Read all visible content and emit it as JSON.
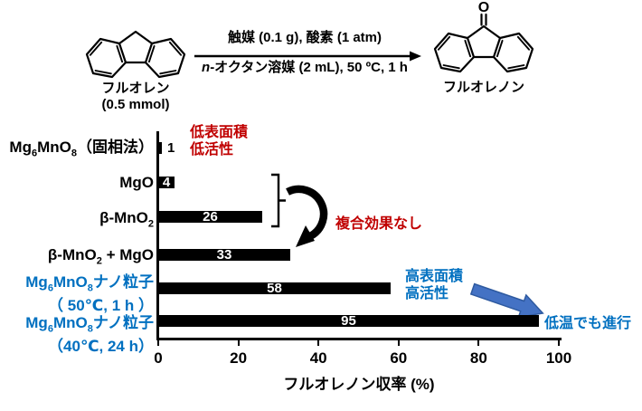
{
  "scheme": {
    "reactant_name": "フルオレン",
    "reactant_amount": "(0.5 mmol)",
    "conditions_line1": "触媒 (0.1 g), 酸素 (1 atm)",
    "conditions_line2_italic": "n",
    "conditions_line2_rest": "-オクタン溶媒 (2 mL), 50 ºC, 1 h",
    "product_name": "フルオレノン",
    "carbonyl_atom": "O"
  },
  "chart_data": {
    "type": "bar",
    "orientation": "horizontal",
    "xlabel": "フルオレノン収率 (%)",
    "xlim": [
      0,
      100
    ],
    "xticks": [
      0,
      20,
      40,
      60,
      80,
      100
    ],
    "grid": false,
    "bar_color": "#000000",
    "bars": [
      {
        "label": "Mg~6~MnO~8~（固相法）",
        "value": 1,
        "label_color": "#000000",
        "value_inside": false
      },
      {
        "label": "MgO",
        "value": 4,
        "label_color": "#000000",
        "value_inside": true
      },
      {
        "label": "β-MnO~2~",
        "value": 26,
        "label_color": "#000000",
        "value_inside": true
      },
      {
        "label": "β-MnO~2~ + MgO",
        "value": 33,
        "label_color": "#000000",
        "value_inside": true
      },
      {
        "label": "Mg~6~MnO~8~ナノ粒子\n（ 50℃, 1 h ）",
        "value": 58,
        "label_color": "#0070C0",
        "value_inside": true
      },
      {
        "label": "Mg~6~MnO~8~ナノ粒子\n（40℃, 24 h）",
        "value": 95,
        "label_color": "#0070C0",
        "value_inside": true
      }
    ],
    "annotations": [
      {
        "text": "低表面積\n低活性",
        "color": "#C00000"
      },
      {
        "text": "複合効果なし",
        "color": "#C00000"
      },
      {
        "text": "高表面積\n高活性",
        "color": "#0070C0"
      },
      {
        "text": "低温でも進行",
        "color": "#0070C0"
      }
    ]
  },
  "colors": {
    "bar": "#000000",
    "negative_annotation": "#C00000",
    "positive_annotation": "#0070C0",
    "block_arrow_fill": "#4472C4",
    "block_arrow_stroke": "#2E5AA0"
  }
}
